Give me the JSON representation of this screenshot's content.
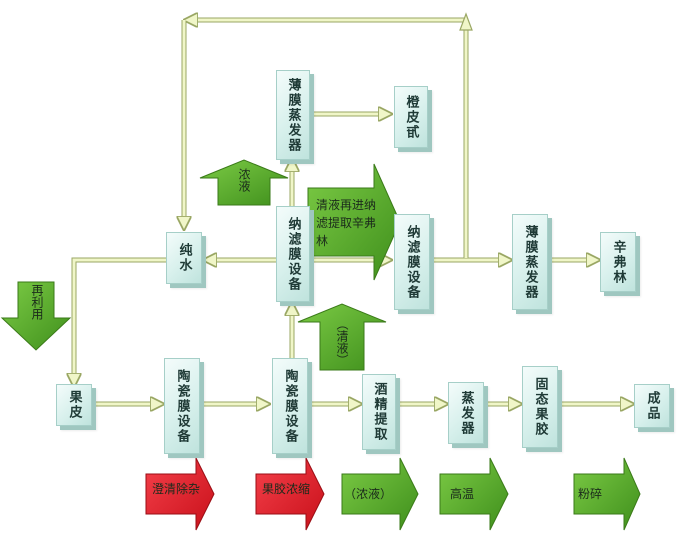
{
  "boxes": {
    "film_evaporator_top": "薄膜蒸发器",
    "orange_peel_oil": "橙皮甙",
    "pure_water": "纯水",
    "nf_membrane_1": "纳滤膜设备",
    "nf_membrane_2": "纳滤膜设备",
    "film_evaporator_right": "薄膜蒸发器",
    "synephrine": "辛弗林",
    "fruit_peel": "果皮",
    "ceramic_membrane_1": "陶瓷膜设备",
    "ceramic_membrane_2": "陶瓷膜设备",
    "alcohol_extraction": "酒精提取",
    "evaporator": "蒸发器",
    "solid_pectin": "固态果胶",
    "product": "成品"
  },
  "arrow_labels": {
    "concentrate_top": "浓液",
    "clear_reextract": "清液再进纳滤提取辛弗林",
    "reuse": "再利用",
    "clear_mid": "（清液）",
    "remove_impurity": "澄清除杂",
    "pectin_concentrate": "果胶浓缩",
    "concentrate_bottom": "（浓液）",
    "high_temp": "高温",
    "crush": "粉碎"
  },
  "colors": {
    "line": "#f0f6c8",
    "line_edge": "#9aa764",
    "green": "#5aa82a",
    "red": "#e2202a",
    "box": "#d7f0ec"
  }
}
